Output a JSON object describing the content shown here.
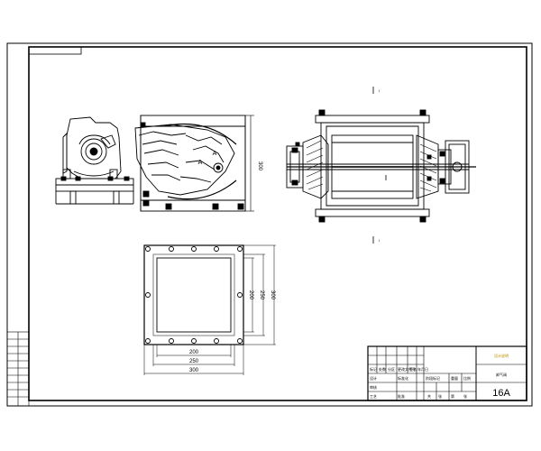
{
  "title_block": {
    "drawing_name": "卸气阀",
    "drawing_number": "16A",
    "note_label": "设计说明",
    "row_labels": [
      "标记",
      "处数",
      "分区",
      "更改文件号",
      "签名",
      "年月日"
    ],
    "row_labels_2": [
      "设计",
      "标准化",
      "审核",
      "工艺",
      "批准"
    ],
    "scale_labels": [
      "阶段标记",
      "重量",
      "比例"
    ],
    "sheet_labels": [
      "共",
      "张",
      "第",
      "张"
    ]
  },
  "dimensions": {
    "front_height": "300",
    "plan_inner_h": "200",
    "plan_mid_h": "250",
    "plan_outer_h": "300",
    "plan_inner_w": "200",
    "plan_mid_w": "250",
    "plan_outer_w": "300"
  },
  "section_labels": {
    "a_left": "A",
    "a_right": "A",
    "cut_top": "I",
    "cut_bottom": "I"
  }
}
